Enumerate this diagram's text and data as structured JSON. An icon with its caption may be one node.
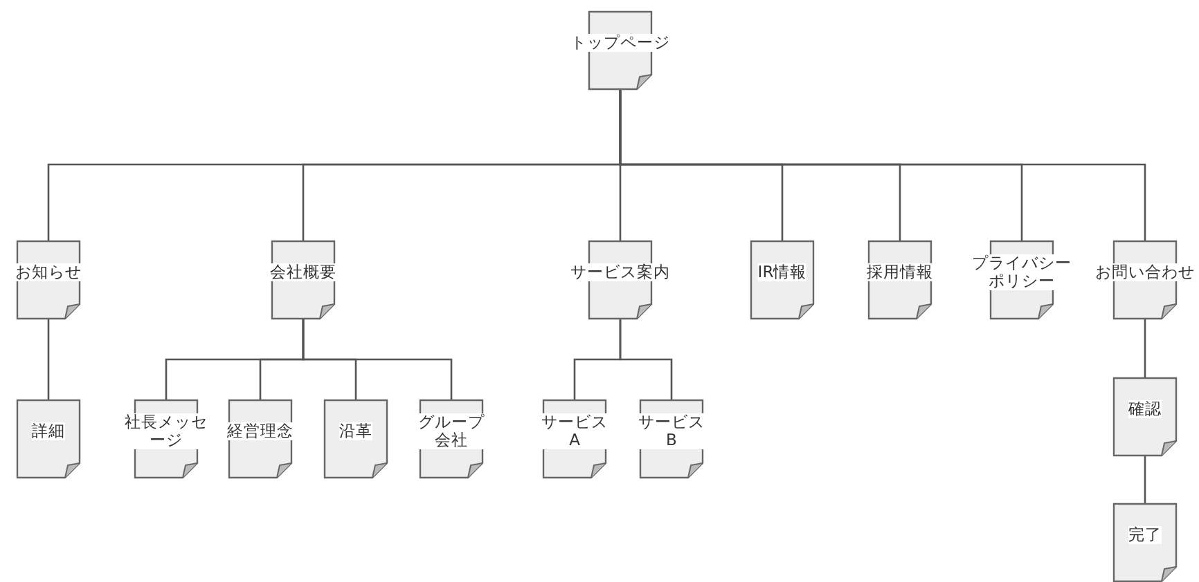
{
  "diagram": {
    "nodes": [
      {
        "text": [
          "トップページ"
        ]
      },
      {
        "text": [
          "お知らせ"
        ]
      },
      {
        "text": [
          "会社概要"
        ]
      },
      {
        "text": [
          "サービス案内"
        ]
      },
      {
        "text": [
          "IR情報"
        ]
      },
      {
        "text": [
          "採用情報"
        ]
      },
      {
        "text": [
          "プライバシーポリシー"
        ]
      },
      {
        "text": [
          "お問い合わせ"
        ]
      },
      {
        "text": [
          "詳細"
        ]
      },
      {
        "text": [
          "社長メッセージ"
        ]
      },
      {
        "text": [
          "経営理念"
        ]
      },
      {
        "text": [
          "沿革"
        ]
      },
      {
        "text": [
          "グループ会社"
        ]
      },
      {
        "text": [
          "サービスA"
        ]
      },
      {
        "text": [
          "サービスB"
        ]
      },
      {
        "text": [
          "確認"
        ]
      },
      {
        "text": [
          "完了"
        ]
      }
    ],
    "edges": [
      {
        "from": 0,
        "to": 1,
        "arrow": "none"
      },
      {
        "from": 0,
        "to": 2,
        "arrow": "none"
      },
      {
        "from": 0,
        "to": 3,
        "arrow": "none"
      },
      {
        "from": 0,
        "to": 4,
        "arrow": "none"
      },
      {
        "from": 0,
        "to": 5,
        "arrow": "none"
      },
      {
        "from": 0,
        "to": 6,
        "arrow": "none"
      },
      {
        "from": 0,
        "to": 7,
        "arrow": "none"
      },
      {
        "from": 1,
        "to": 8,
        "arrow": "none"
      },
      {
        "from": 2,
        "to": 9,
        "arrow": "none"
      },
      {
        "from": 2,
        "to": 10,
        "arrow": "none"
      },
      {
        "from": 2,
        "to": 11,
        "arrow": "none"
      },
      {
        "from": 2,
        "to": 12,
        "arrow": "none"
      },
      {
        "from": 3,
        "to": 13,
        "arrow": "none"
      },
      {
        "from": 3,
        "to": 14,
        "arrow": "none"
      },
      {
        "from": 7,
        "to": 15,
        "arrow": "none"
      },
      {
        "from": 15,
        "to": 16,
        "arrow": "none"
      }
    ]
  }
}
